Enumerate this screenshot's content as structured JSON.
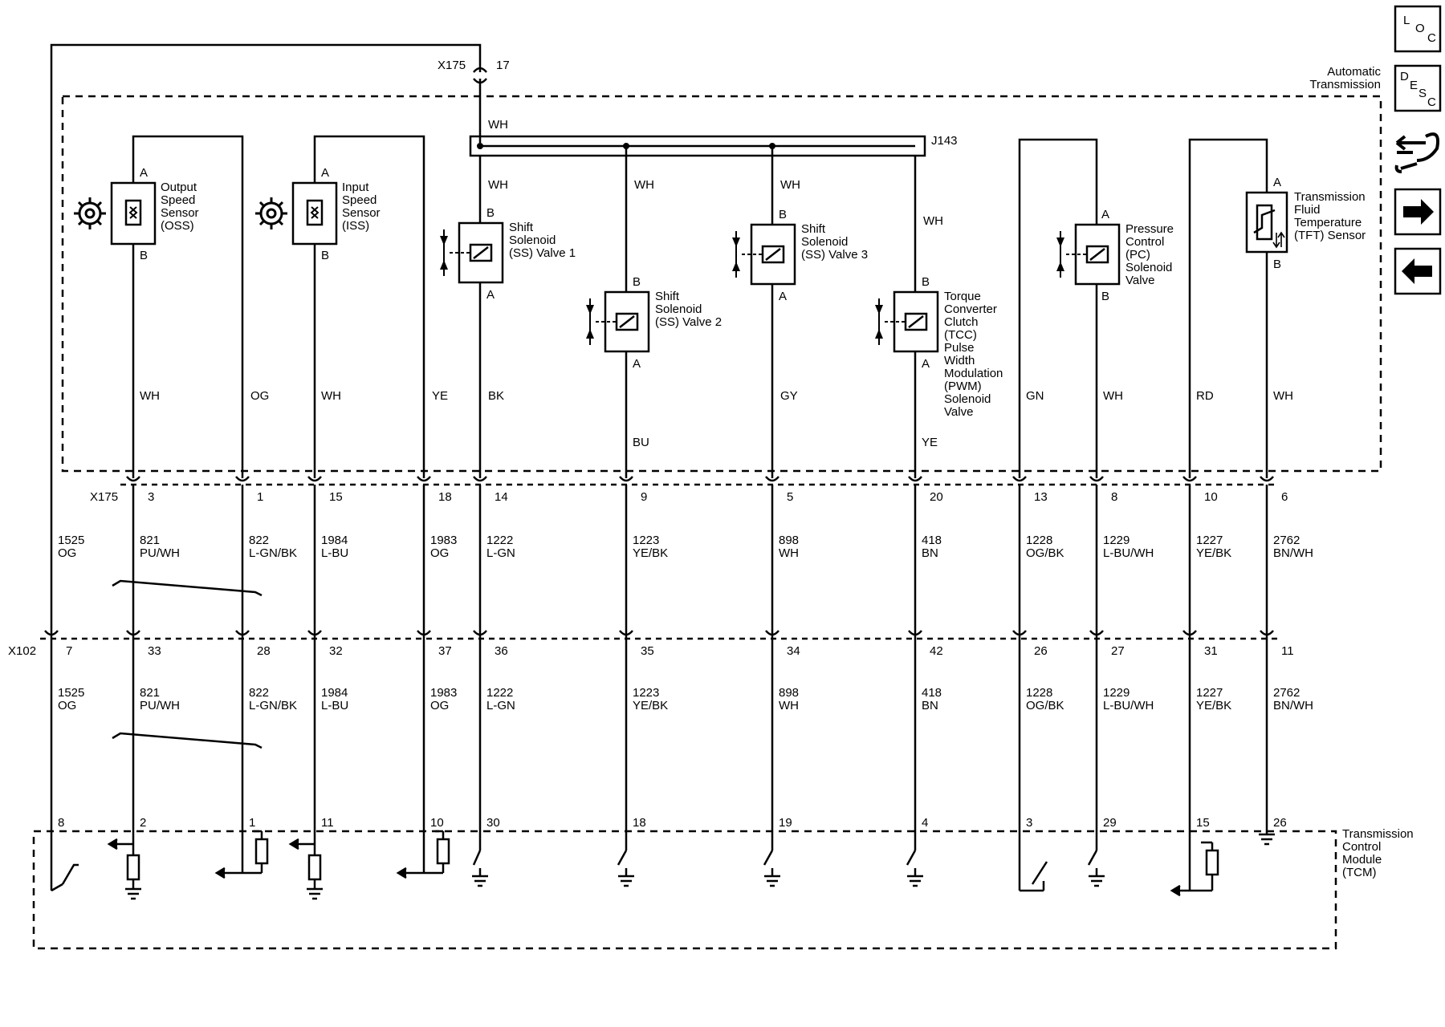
{
  "sidebar": {
    "loc_label": [
      "L",
      "O",
      "C"
    ],
    "desc_label": [
      "D",
      "E",
      "S",
      "C"
    ],
    "icons": [
      "loc-icon",
      "desc-icon",
      "connector-tool-icon",
      "arrow-right-icon",
      "arrow-left-icon"
    ]
  },
  "top_connector": {
    "name": "X175",
    "pin": "17",
    "wire_color": "WH"
  },
  "module_top": {
    "label_line1": "Automatic",
    "label_line2": "Transmission"
  },
  "module_bottom": {
    "label_lines": [
      "Transmission",
      "Control",
      "Module",
      "(TCM)"
    ]
  },
  "splice": {
    "name": "J143"
  },
  "components": {
    "oss": {
      "lines": [
        "Output",
        "Speed",
        "Sensor",
        "(OSS)"
      ],
      "pin_top": "A",
      "pin_bot": "B"
    },
    "iss": {
      "lines": [
        "Input",
        "Speed",
        "Sensor",
        "(ISS)"
      ],
      "pin_top": "A",
      "pin_bot": "B"
    },
    "ss1": {
      "lines": [
        "Shift",
        "Solenoid",
        "(SS) Valve 1"
      ],
      "pin_top": "B",
      "pin_bot": "A"
    },
    "ss2": {
      "lines": [
        "Shift",
        "Solenoid",
        "(SS) Valve 2"
      ],
      "pin_top": "B",
      "pin_bot": "A"
    },
    "ss3": {
      "lines": [
        "Shift",
        "Solenoid",
        "(SS) Valve 3"
      ],
      "pin_top": "B",
      "pin_bot": "A"
    },
    "tcc": {
      "lines": [
        "Torque",
        "Converter",
        "Clutch",
        "(TCC)",
        "Pulse",
        "Width",
        "Modulation",
        "(PWM)",
        "Solenoid",
        "Valve"
      ],
      "pin_top": "B",
      "pin_bot": "A"
    },
    "pc": {
      "lines": [
        "Pressure",
        "Control",
        "(PC)",
        "Solenoid",
        "Valve"
      ],
      "pin_top": "A",
      "pin_bot": "B"
    },
    "tft": {
      "lines": [
        "Transmission",
        "Fluid",
        "Temperature",
        "(TFT) Sensor"
      ],
      "pin_top": "A",
      "pin_bot": "B"
    }
  },
  "inner_wire_colors": {
    "splice_top": "WH",
    "ss1_top": "WH",
    "ss2_top": "WH",
    "ss3_top": "WH",
    "tcc_top": "WH",
    "c1": "WH",
    "c2": "OG",
    "c3": "WH",
    "c4": "YE",
    "c5": "BK",
    "c6": "BU",
    "c7": "GY",
    "c8": "YE",
    "c9": "GN",
    "c10": "WH",
    "c11": "RD",
    "c12": "WH"
  },
  "x175": {
    "name": "X175",
    "pins": [
      "3",
      "1",
      "15",
      "18",
      "14",
      "9",
      "5",
      "20",
      "13",
      "8",
      "10",
      "6"
    ]
  },
  "x102": {
    "name": "X102",
    "pins": [
      "7",
      "33",
      "28",
      "32",
      "37",
      "36",
      "35",
      "34",
      "42",
      "26",
      "27",
      "31",
      "11"
    ]
  },
  "circuits": [
    {
      "num": "1525",
      "color": "OG"
    },
    {
      "num": "821",
      "color": "PU/WH"
    },
    {
      "num": "822",
      "color": "L-GN/BK"
    },
    {
      "num": "1984",
      "color": "L-BU"
    },
    {
      "num": "1983",
      "color": "OG"
    },
    {
      "num": "1222",
      "color": "L-GN"
    },
    {
      "num": "1223",
      "color": "YE/BK"
    },
    {
      "num": "898",
      "color": "WH"
    },
    {
      "num": "418",
      "color": "BN"
    },
    {
      "num": "1228",
      "color": "OG/BK"
    },
    {
      "num": "1229",
      "color": "L-BU/WH"
    },
    {
      "num": "1227",
      "color": "YE/BK"
    },
    {
      "num": "2762",
      "color": "BN/WH"
    }
  ],
  "tcm_pins": [
    "8",
    "2",
    "1",
    "11",
    "10",
    "30",
    "18",
    "19",
    "4",
    "3",
    "29",
    "15",
    "26"
  ]
}
